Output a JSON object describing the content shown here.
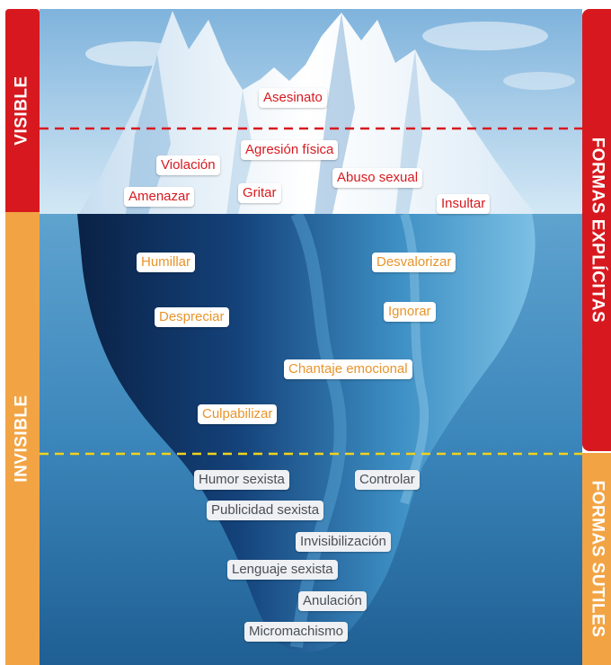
{
  "left_labels": {
    "visible": "VISIBLE",
    "invisible": "INVISIBLE"
  },
  "right_labels": {
    "explicit": "FORMAS EXPLÍCITAS",
    "subtle": "FORMAS SUTILES"
  },
  "above_water": [
    "Asesinato",
    "Agresión física",
    "Violación",
    "Abuso sexual",
    "Amenazar",
    "Gritar",
    "Insultar"
  ],
  "below_water": [
    "Humillar",
    "Desvalorizar",
    "Ignorar",
    "Despreciar",
    "Chantaje emocional",
    "Culpabilizar"
  ],
  "subtle_forms": [
    "Humor sexista",
    "Controlar",
    "Publicidad sexista",
    "Invisibilización",
    "Lenguaje sexista",
    "Anulación",
    "Micromachismo"
  ],
  "colors": {
    "red": "#d7191f",
    "orange": "#f2a444",
    "red_dash": "#d7191f",
    "yellow_dash": "#f2d21c",
    "sky": "#a9cfe8",
    "ocean": "#2f79ad"
  }
}
